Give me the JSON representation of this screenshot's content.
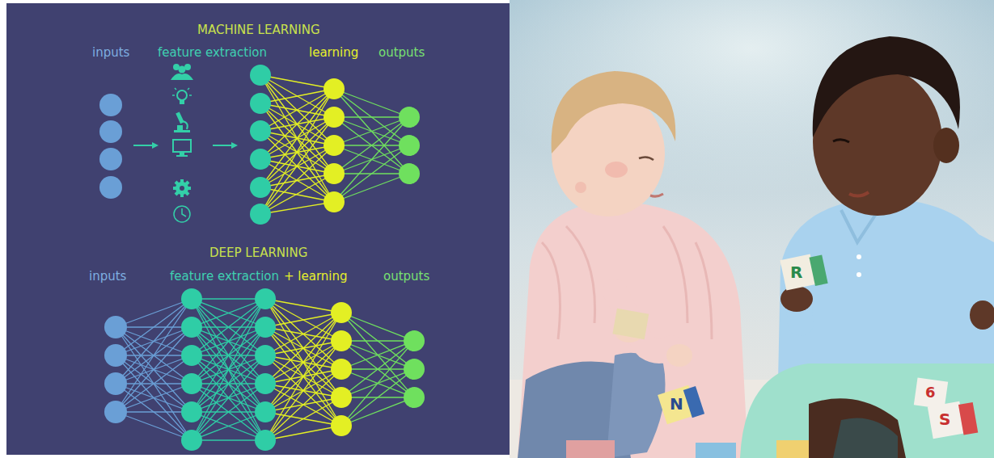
{
  "diagram": {
    "labels": [
      "MACHINE LEARNING",
      "inputs",
      "feature extraction",
      "learning",
      "outputs",
      "DEEP LEARNING",
      "inputs",
      "feature extraction",
      "+ learning",
      "outputs",
      "R",
      "N",
      "S",
      "6"
    ]
  }
}
